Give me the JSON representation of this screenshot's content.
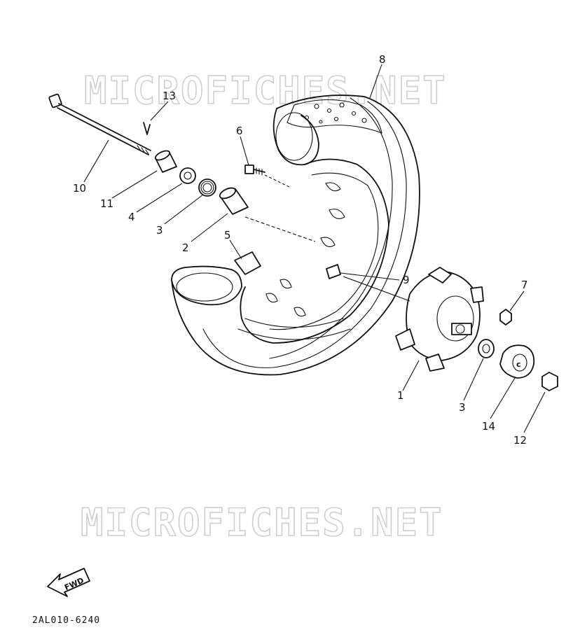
{
  "watermarks": {
    "top": "MICROFICHES.NET",
    "bottom": "MICROFICHES.NET"
  },
  "callouts": {
    "c1": "1",
    "c2": "2",
    "c3a": "3",
    "c3b": "3",
    "c4": "4",
    "c5": "5",
    "c6": "6",
    "c7": "7",
    "c8": "8",
    "c9": "9",
    "c10": "10",
    "c11": "11",
    "c12": "12",
    "c13": "13",
    "c14": "14"
  },
  "direction_label": "FWD",
  "diagram_code": "2AL010-6240",
  "colors": {
    "ink": "#111111",
    "watermark": "#cfcfcf",
    "background": "#ffffff"
  }
}
